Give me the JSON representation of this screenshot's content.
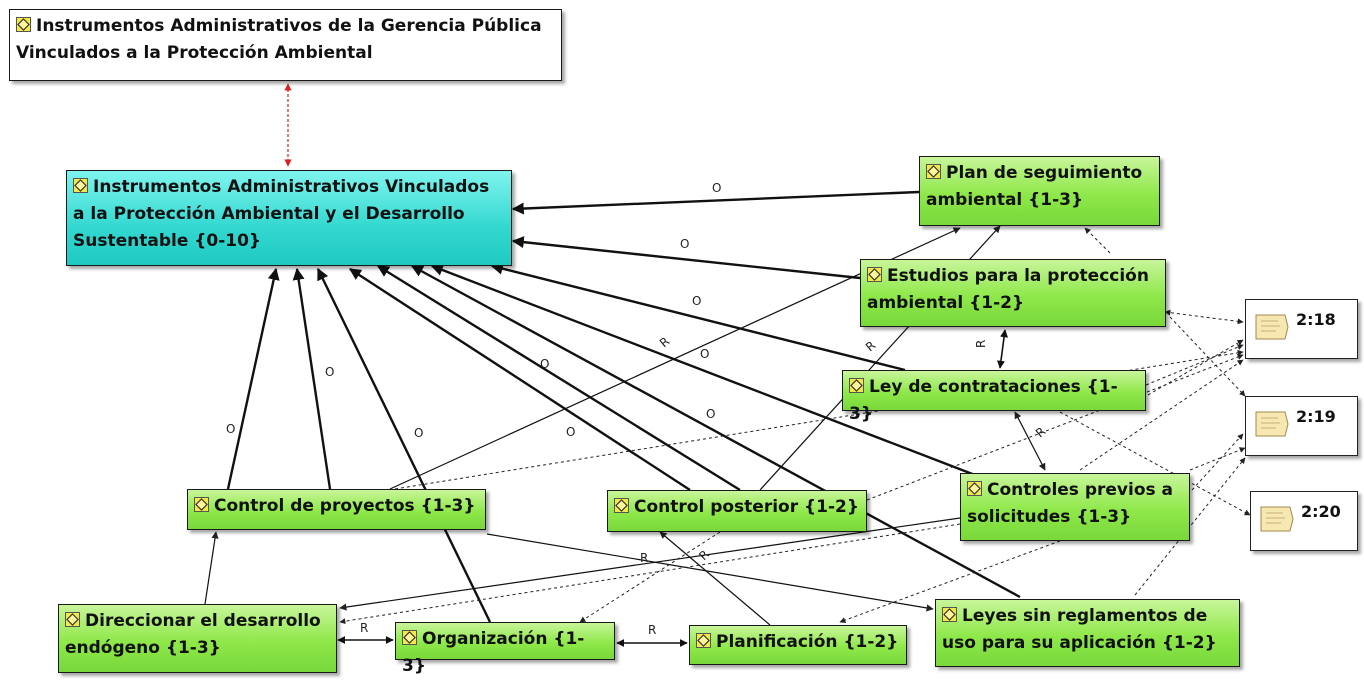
{
  "nodes": {
    "n_top": "Instrumentos Administrativos de la Gerencia Pública Vinculados a la Protección Ambiental",
    "n_main": "Instrumentos Administrativos Vinculados a la Protección Ambiental y el Desarrollo Sustentable {0-10}",
    "n_plan": "Plan de seguimiento ambiental {1-3}",
    "n_estudios": "Estudios para la protección ambiental {1-2}",
    "n_ley": "Ley de contrataciones {1-3}",
    "n_cproy": "Control de proyectos {1-3}",
    "n_cpost": "Control posterior {1-2}",
    "n_cprev": "Controles previos a solicitudes {1-3}",
    "n_dir": "Direccionar el desarrollo endógeno {1-3}",
    "n_org": "Organización {1-3}",
    "n_plani": "Planificación {1-2}",
    "n_leyes": "Leyes sin reglamentos de uso para su aplicación {1-2}"
  },
  "memos": {
    "m218": "2:18",
    "m219": "2:19",
    "m220": "2:20"
  },
  "edge_labels": {
    "o": "O",
    "r": "R"
  },
  "colors": {
    "green": "#8fe84a",
    "cyan": "#33d8d0",
    "red_link": "#e02020",
    "icon_yellow": "#f2e84a"
  }
}
